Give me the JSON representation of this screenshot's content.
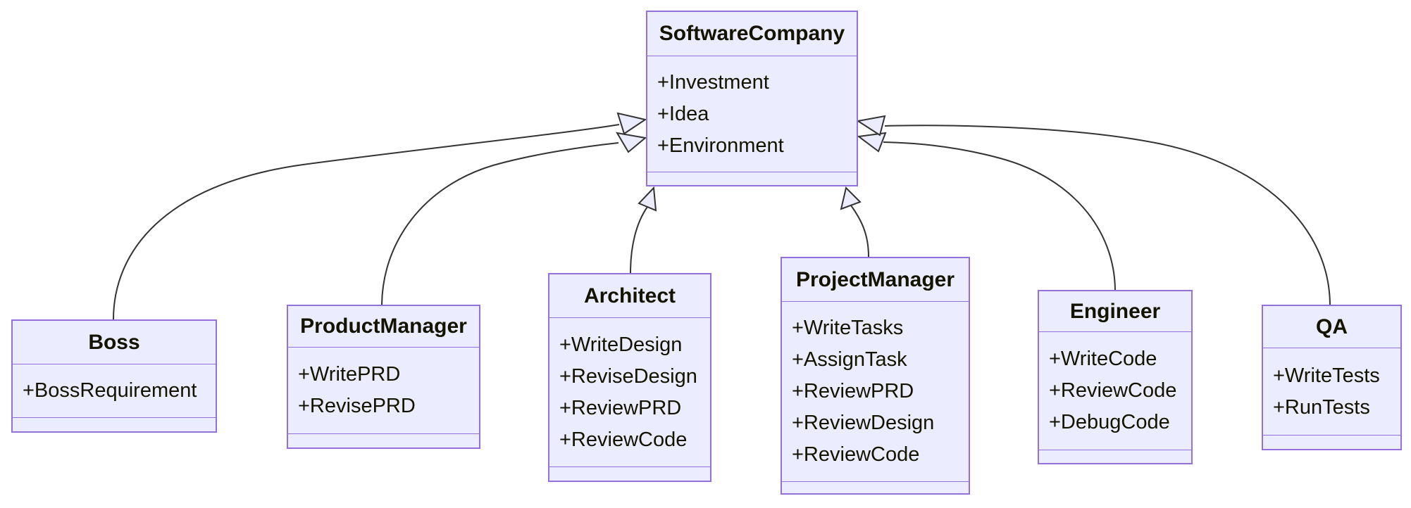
{
  "diagram": {
    "kind": "UML class diagram",
    "colors": {
      "class_fill": "#ECECFF",
      "class_border": "#9370DB",
      "edge_line": "#333333",
      "text": "#131300",
      "background": "#ffffff"
    },
    "classes": [
      {
        "name": "SoftwareCompany",
        "members": [
          "+Investment",
          "+Idea",
          "+Environment"
        ],
        "methods": []
      },
      {
        "name": "Boss",
        "members": [
          "+BossRequirement"
        ],
        "methods": []
      },
      {
        "name": "ProductManager",
        "members": [
          "+WritePRD",
          "+RevisePRD"
        ],
        "methods": []
      },
      {
        "name": "Architect",
        "members": [
          "+WriteDesign",
          "+ReviseDesign",
          "+ReviewPRD",
          "+ReviewCode"
        ],
        "methods": []
      },
      {
        "name": "ProjectManager",
        "members": [
          "+WriteTasks",
          "+AssignTask",
          "+ReviewPRD",
          "+ReviewDesign",
          "+ReviewCode"
        ],
        "methods": []
      },
      {
        "name": "Engineer",
        "members": [
          "+WriteCode",
          "+ReviewCode",
          "+DebugCode"
        ],
        "methods": []
      },
      {
        "name": "QA",
        "members": [
          "+WriteTests",
          "+RunTests"
        ],
        "methods": []
      }
    ],
    "relationships": [
      {
        "from": "Boss",
        "to": "SoftwareCompany",
        "type": "inheritance"
      },
      {
        "from": "ProductManager",
        "to": "SoftwareCompany",
        "type": "inheritance"
      },
      {
        "from": "Architect",
        "to": "SoftwareCompany",
        "type": "inheritance"
      },
      {
        "from": "ProjectManager",
        "to": "SoftwareCompany",
        "type": "inheritance"
      },
      {
        "from": "Engineer",
        "to": "SoftwareCompany",
        "type": "inheritance"
      },
      {
        "from": "QA",
        "to": "SoftwareCompany",
        "type": "inheritance"
      }
    ]
  }
}
